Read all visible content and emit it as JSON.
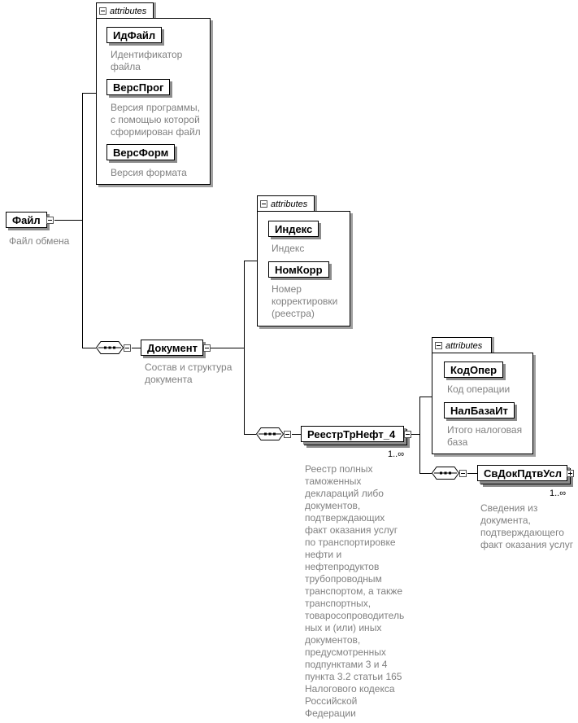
{
  "root": {
    "name": "Файл",
    "desc": "Файл обмена"
  },
  "root_attributes": {
    "tab": "attributes",
    "items": [
      {
        "name": "ИдФайл",
        "desc": [
          "Идентификатор",
          "файла"
        ]
      },
      {
        "name": "ВерсПрог",
        "desc": [
          "Версия программы,",
          "с помощью которой",
          "сформирован файл"
        ]
      },
      {
        "name": "ВерсФорм",
        "desc": [
          "Версия формата"
        ]
      }
    ]
  },
  "document": {
    "name": "Документ",
    "desc": [
      "Состав и структура",
      "документа"
    ]
  },
  "document_attributes": {
    "tab": "attributes",
    "items": [
      {
        "name": "Индекс",
        "desc": [
          "Индекс"
        ]
      },
      {
        "name": "НомКорр",
        "desc": [
          "Номер",
          "корректировки",
          "(реестра)"
        ]
      }
    ]
  },
  "registry": {
    "name": "РеестрТрНефт_4",
    "cardinality": "1..∞",
    "desc": [
      "Реестр полных",
      "таможенных",
      "деклараций либо",
      "документов,",
      "подтверждающих",
      "факт оказания услуг",
      "по транспортировке",
      "нефти и",
      "нефтепродуктов",
      "трубопроводным",
      "транспортом, а также",
      "транспортных,",
      "товаросопроводитель",
      "ных и (или) иных",
      "документов,",
      "предусмотренных",
      "подпунктами 3 и 4",
      "пункта 3.2 статьи 165",
      "Налогового кодекса",
      "Российской",
      "Федерации"
    ]
  },
  "registry_attributes": {
    "tab": "attributes",
    "items": [
      {
        "name": "КодОпер",
        "desc": [
          "Код операции"
        ]
      },
      {
        "name": "НалБазаИт",
        "desc": [
          "Итого налоговая",
          "база"
        ]
      }
    ]
  },
  "svdok": {
    "name": "СвДокПдтвУсл",
    "cardinality": "1..∞",
    "desc": [
      "Сведения из",
      "документа,",
      "подтверждающего",
      "факт оказания услуг"
    ]
  }
}
